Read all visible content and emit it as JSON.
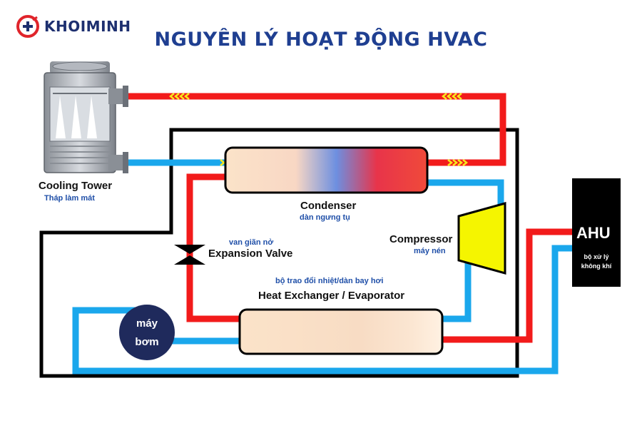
{
  "header": {
    "brand": "KHOIMINH",
    "title": "NGUYÊN LÝ HOẠT ĐỘNG  HVAC"
  },
  "components": {
    "cooling_tower": {
      "label": "Cooling Tower",
      "sublabel": "Tháp làm mát"
    },
    "condenser": {
      "label": "Condenser",
      "sublabel": "dàn ngưng tụ"
    },
    "compressor": {
      "label": "Compressor",
      "sublabel": "máy nén"
    },
    "expansion_valve": {
      "label": "Expansion Valve",
      "sublabel": "van giãn nở"
    },
    "evaporator": {
      "label": "Heat Exchanger / Evaporator",
      "sublabel": "bộ trao đổi nhiệt/dàn bay hơi"
    },
    "pump": {
      "line1": "máy",
      "line2": "bơm"
    },
    "ahu": {
      "label": "AHU",
      "sublabel_line1": "bộ xử lý",
      "sublabel_line2": "không khí"
    }
  },
  "colors": {
    "hot_pipe": "#f21b1b",
    "cold_pipe": "#1aa7ec",
    "frame": "#000000",
    "compressor": "#f5f500",
    "pump": "#1f2a5c",
    "ahu": "#000000",
    "title": "#1f3f91",
    "arrow": "#f7e81d"
  }
}
